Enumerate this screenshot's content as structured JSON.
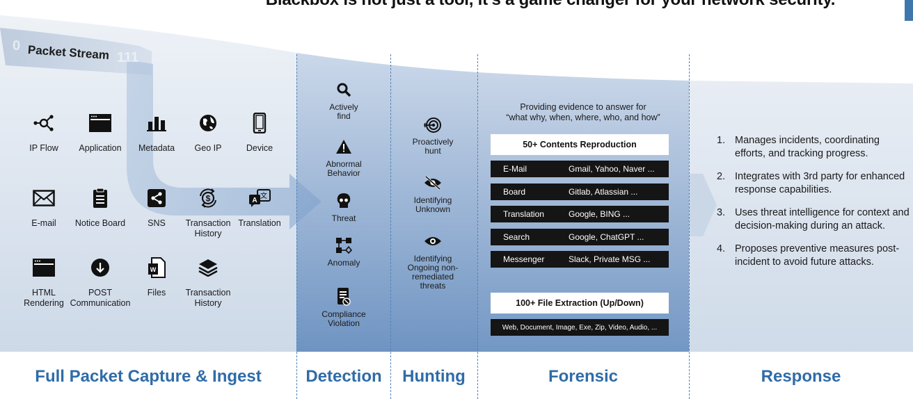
{
  "headline": "Blackbox is not just a tool, it's a game changer for your network security.",
  "stream": {
    "label": "Packet Stream",
    "bits_left": "0",
    "bits_right": "111"
  },
  "capture": {
    "title": "Full Packet Capture & Ingest",
    "items": [
      {
        "icon": "network-nodes-icon",
        "label": "IP Flow"
      },
      {
        "icon": "app-window-icon",
        "label": "Application"
      },
      {
        "icon": "bar-chart-icon",
        "label": "Metadata"
      },
      {
        "icon": "globe-icon",
        "label": "Geo IP"
      },
      {
        "icon": "mobile-device-icon",
        "label": "Device"
      },
      {
        "icon": "envelope-icon",
        "label": "E-mail"
      },
      {
        "icon": "clipboard-icon",
        "label": "Notice Board"
      },
      {
        "icon": "share-icon",
        "label": "SNS"
      },
      {
        "icon": "dollar-cycle-icon",
        "label": "Transaction History"
      },
      {
        "icon": "translate-icon",
        "label": "Translation"
      },
      {
        "icon": "browser-window-icon",
        "label": "HTML Rendering"
      },
      {
        "icon": "download-circle-icon",
        "label": "POST Communication"
      },
      {
        "icon": "word-file-icon",
        "label": "Files"
      },
      {
        "icon": "layers-icon",
        "label": "Transaction History"
      }
    ]
  },
  "detection": {
    "title": "Detection",
    "items": [
      {
        "icon": "magnifier-icon",
        "label": "Actively find"
      },
      {
        "icon": "warning-triangle-icon",
        "label": "Abnormal Behavior"
      },
      {
        "icon": "skull-icon",
        "label": "Threat"
      },
      {
        "icon": "flow-nodes-icon",
        "label": "Anomaly"
      },
      {
        "icon": "document-alert-icon",
        "label": "Compliance Violation"
      }
    ]
  },
  "hunting": {
    "title": "Hunting",
    "items": [
      {
        "icon": "target-icon",
        "label": "Proactively hunt"
      },
      {
        "icon": "eye-slash-icon",
        "label": "Identifying Unknown"
      },
      {
        "icon": "eye-icon",
        "label": "Identifying Ongoing non-remediated threats"
      }
    ]
  },
  "forensic": {
    "title": "Forensic",
    "intro_line1": "Providing evidence to answer for",
    "intro_line2": "“what why, when, where, who, and how”",
    "contents_header": "50+ Contents Reproduction",
    "rows": [
      {
        "key": "E-Mail",
        "value": "Gmail, Yahoo, Naver ..."
      },
      {
        "key": "Board",
        "value": "Gitlab, Atlassian ..."
      },
      {
        "key": "Translation",
        "value": "Google, BING ..."
      },
      {
        "key": "Search",
        "value": "Google, ChatGPT ..."
      },
      {
        "key": "Messenger",
        "value": "Slack, Private MSG ..."
      }
    ],
    "files_header": "100+ File Extraction (Up/Down)",
    "files_types": "Web, Document, Image, Exe, Zip, Video, Audio, ..."
  },
  "response": {
    "title": "Response",
    "items": [
      {
        "num": "1.",
        "text": "Manages incidents, coordinating efforts, and tracking progress."
      },
      {
        "num": "2.",
        "text": "Integrates with 3rd party for enhanced response capabilities."
      },
      {
        "num": "3.",
        "text": "Uses threat intelligence for context and decision-making during an attack."
      },
      {
        "num": "4.",
        "text": "Proposes preventive measures post-incident to avoid future attacks."
      }
    ]
  },
  "colors": {
    "accent": "#2f6ca8",
    "band_light": "#dfe6f0",
    "band_dark": "#6f94c2"
  }
}
